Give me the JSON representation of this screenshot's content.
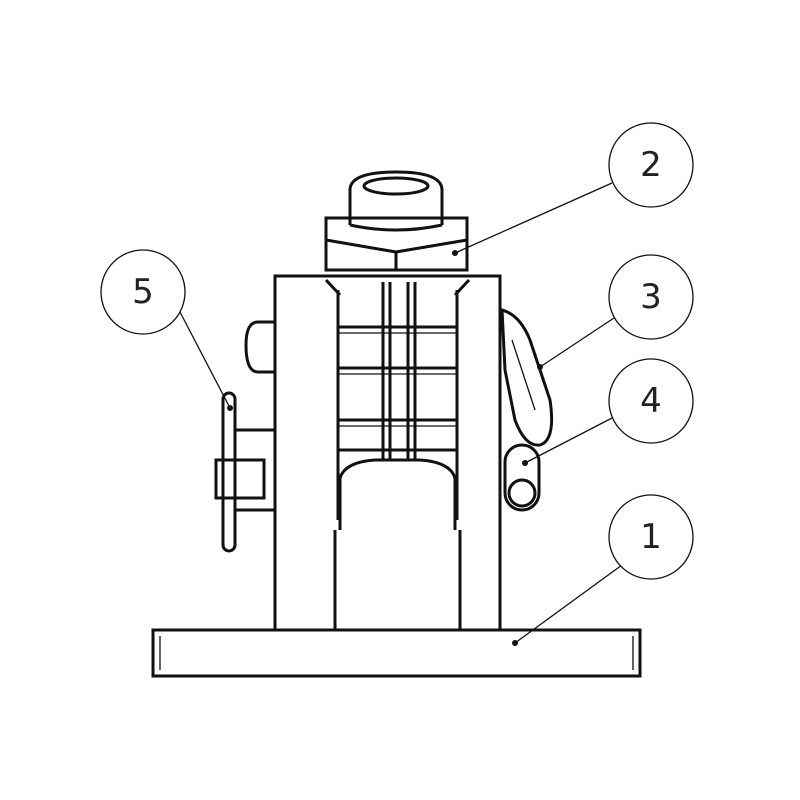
{
  "callouts": [
    {
      "label": "1",
      "part": "base-plate"
    },
    {
      "label": "2",
      "part": "hex-nut"
    },
    {
      "label": "3",
      "part": "handle"
    },
    {
      "label": "4",
      "part": "pivot-pin"
    },
    {
      "label": "5",
      "part": "release-valve"
    }
  ]
}
